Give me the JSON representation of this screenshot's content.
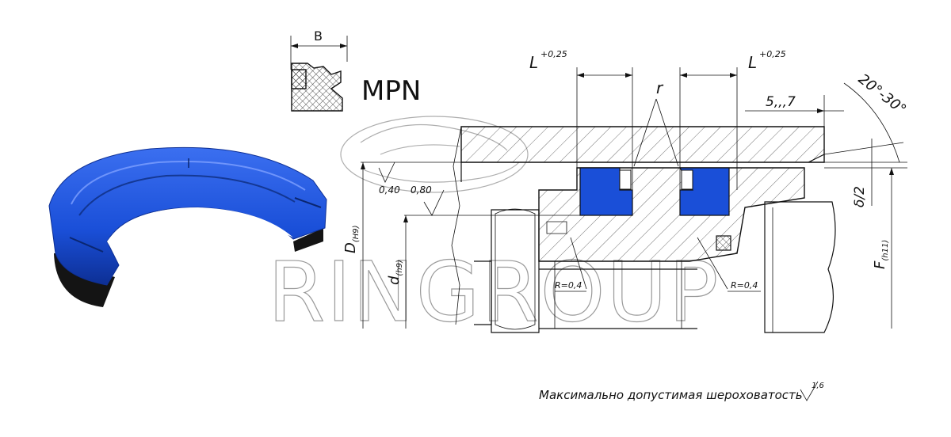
{
  "profile": {
    "code": "MPN",
    "width_label": "B"
  },
  "dimensions": {
    "length_left": "L",
    "length_left_tol": "+0,25",
    "length_right": "L",
    "length_right_tol": "+0,25",
    "radius_top": "r",
    "chamfer_len": "5,,,7",
    "chamfer_angle": "20°-30°",
    "half_gap": "δ/2",
    "rough_040": "0,40",
    "rough_080": "0,80",
    "bore_d": "D",
    "bore_d_tol": "(H9)",
    "rod_d": "d",
    "rod_d_tol": "(h9)",
    "outer_f": "F",
    "outer_f_tol": "(h11)",
    "fillet_left": "R=0,4",
    "fillet_right": "R=0,4"
  },
  "footer": {
    "note": "Максимально допустимая шероховатость",
    "roughness_value": "1,6"
  },
  "watermark": {
    "text": "RINGROUP"
  },
  "colors": {
    "seal_blue": "#1a4fd8",
    "seal_dark": "#0d2f94",
    "seal_black": "#141414",
    "watermark": "#9a9a9a"
  }
}
